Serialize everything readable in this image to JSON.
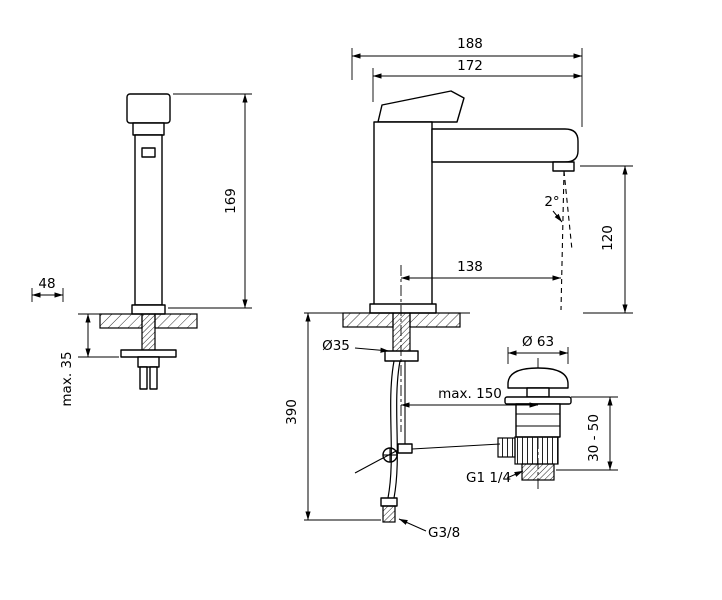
{
  "page": {
    "background": "#ffffff",
    "line_color": "#000000"
  },
  "dimensions": {
    "overall_depth": "188",
    "spout_projection_top": "172",
    "front_height": "169",
    "front_base_width": "48",
    "mounting_thickness": "max. 35",
    "spout_angle": "2°",
    "outlet_height": "120",
    "spout_reach": "138",
    "hole_diameter": "Ø35",
    "waste_cap_diameter": "Ø 63",
    "waste_offset": "max. 150",
    "below_deck_height": "390",
    "waste_mount_range": "30 - 50",
    "waste_thread": "G1 1/4",
    "supply_thread": "G3/8"
  }
}
